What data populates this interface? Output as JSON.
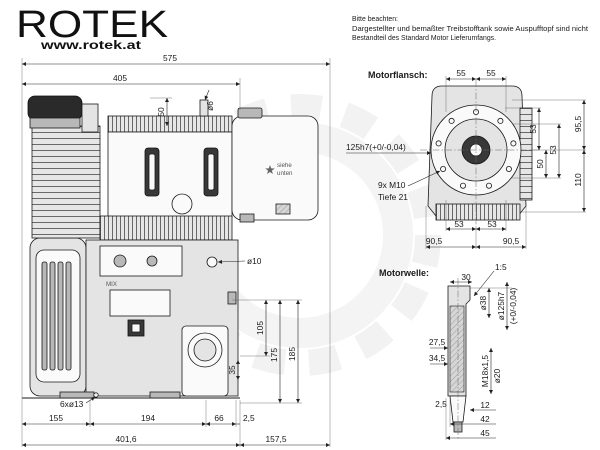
{
  "logo": {
    "text": "ROTEK",
    "website": "www.rotek.at"
  },
  "note": {
    "title": "Bitte beachten:",
    "line1": "Dargestellter und bemaßter Treibstofftank sowie Auspufftopf sind nicht",
    "line2": "Bestandteil des Standard Motor Lieferumfangs."
  },
  "side_view": {
    "width_overall": "575",
    "width_to_tank": "405",
    "fin_height": "50",
    "breather_dia": "ø6",
    "lever_dia": "ø10",
    "tank_note_line1": "siehe",
    "tank_note_line2": "unten",
    "mix_label": "MIX",
    "height_105": "105",
    "height_175": "175",
    "height_185": "185",
    "height_35": "35",
    "mount_holes": "6xø13",
    "base_155": "155",
    "base_194": "194",
    "base_66": "66",
    "base_2_5": "2,5",
    "base_401_6": "401,6",
    "base_157_5": "157,5"
  },
  "flange": {
    "title": "Motorflansch:",
    "top_left": "55",
    "top_right": "55",
    "pilot_dia": "125h7(+0/-0,04)",
    "right_53_upper": "53",
    "right_95_5": "95,5",
    "right_53_lower": "53",
    "right_50": "50",
    "right_110": "110",
    "threads": "9x M10",
    "thread_depth": "Tiefe 21",
    "bottom_left_53": "53",
    "bottom_right_53": "53",
    "bottom_left_90_5": "90,5",
    "bottom_right_90_5": "90,5"
  },
  "shaft": {
    "title": "Motorwelle:",
    "length_30": "30",
    "taper": "1:5",
    "dia_38": "ø38",
    "pilot_dia": "ø125h7",
    "pilot_tol": "(+0/-0,04)",
    "len_27_5": "27,5",
    "len_34_5": "34,5",
    "thread": "M18x1,5",
    "dia_20": "ø20",
    "len_2_5": "2,5",
    "len_12": "12",
    "len_42": "42",
    "len_45": "45"
  },
  "icons": {
    "tank_note": "star-icon",
    "background": "gear-icon"
  }
}
